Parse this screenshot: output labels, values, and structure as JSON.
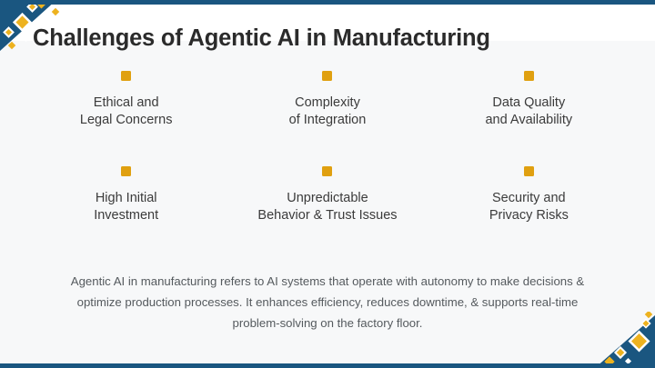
{
  "slide": {
    "title": "Challenges of Agentic AI in Manufacturing",
    "accent_blue": "#1a5680",
    "accent_gold": "#e0a010",
    "background": "#f7f8f9"
  },
  "items": [
    {
      "label": "Ethical and\nLegal Concerns",
      "marker": "gold-square-marker"
    },
    {
      "label": "Complexity\nof Integration",
      "marker": "gold-square-marker"
    },
    {
      "label": "Data Quality\nand Availability",
      "marker": "gold-square-marker"
    },
    {
      "label": "High Initial\nInvestment",
      "marker": "gold-square-marker"
    },
    {
      "label": "Unpredictable\nBehavior & Trust Issues",
      "marker": "gold-square-marker"
    },
    {
      "label": "Security and\nPrivacy Risks",
      "marker": "gold-square-marker"
    }
  ],
  "summary": {
    "text": "Agentic AI in manufacturing refers to AI systems that operate with autonomy to make decisions & optimize production processes. It enhances efficiency, reduces downtime, & supports real-time problem-solving on the factory floor."
  },
  "decorations": {
    "top_left": "corner-diamond-cluster",
    "bottom_right": "corner-diamond-cluster",
    "top_rule": "top-accent-bar",
    "bottom_rule": "bottom-accent-bar"
  }
}
